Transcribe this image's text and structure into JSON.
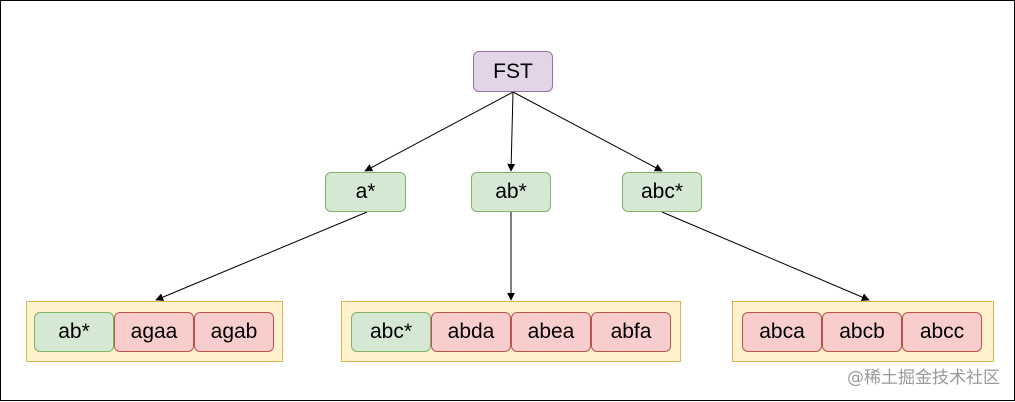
{
  "diagram": {
    "root": {
      "label": "FST"
    },
    "children": [
      {
        "label": "a*"
      },
      {
        "label": "ab*"
      },
      {
        "label": "abc*"
      }
    ],
    "groups": [
      {
        "cells": [
          {
            "label": "ab*",
            "status": "match"
          },
          {
            "label": "agaa",
            "status": "other"
          },
          {
            "label": "agab",
            "status": "other"
          }
        ]
      },
      {
        "cells": [
          {
            "label": "abc*",
            "status": "match"
          },
          {
            "label": "abda",
            "status": "other"
          },
          {
            "label": "abea",
            "status": "other"
          },
          {
            "label": "abfa",
            "status": "other"
          }
        ]
      },
      {
        "cells": [
          {
            "label": "abca",
            "status": "other"
          },
          {
            "label": "abcb",
            "status": "other"
          },
          {
            "label": "abcc",
            "status": "other"
          }
        ]
      }
    ],
    "edges": [
      {
        "from": "FST",
        "to": "a*"
      },
      {
        "from": "FST",
        "to": "ab*"
      },
      {
        "from": "FST",
        "to": "abc*"
      },
      {
        "from": "a*",
        "to": "group-1"
      },
      {
        "from": "ab*",
        "to": "group-2"
      },
      {
        "from": "abc*",
        "to": "group-3"
      }
    ],
    "colors": {
      "root_fill": "#e1d5e7",
      "match_fill": "#d5e8d4",
      "other_fill": "#f8cecc",
      "group_fill": "#fff2cc"
    }
  },
  "watermark": "@稀土掘金技术社区"
}
